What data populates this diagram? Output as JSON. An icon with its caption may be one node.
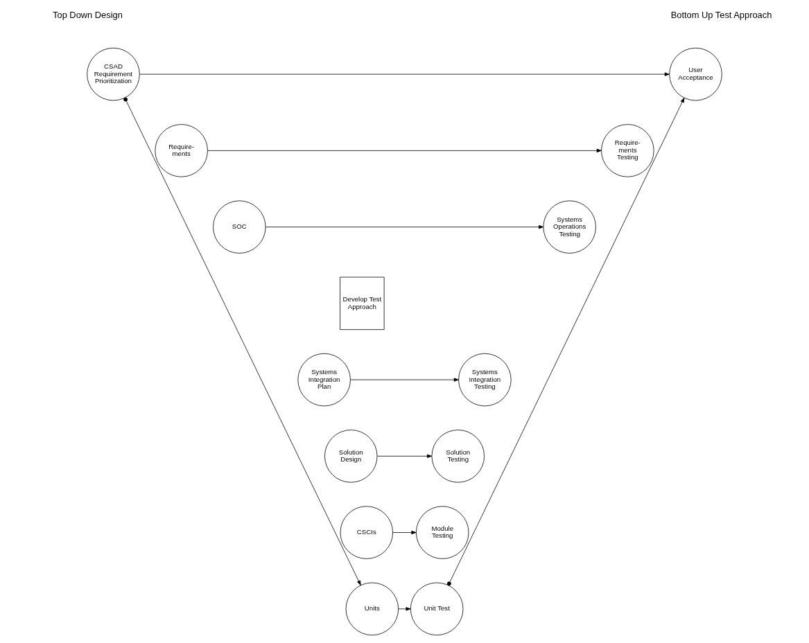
{
  "diagram": {
    "nodes": [
      {
        "text": [
          "CSAD Requirement Prioritization"
        ]
      },
      {
        "text": [
          "Require- ments"
        ]
      },
      {
        "text": [
          "SOC"
        ]
      },
      {
        "text": [
          "Systems Integration Plan"
        ]
      },
      {
        "text": [
          "Solution Design"
        ]
      },
      {
        "text": [
          "CSCIs"
        ]
      },
      {
        "text": [
          "Units"
        ]
      },
      {
        "text": [
          "Develop Test Approach"
        ]
      },
      {
        "text": [
          "User Acceptance"
        ]
      },
      {
        "text": [
          "Require- ments Testing"
        ]
      },
      {
        "text": [
          "Systems Operations Testing"
        ]
      },
      {
        "text": [
          "Systems Integration Testing"
        ]
      },
      {
        "text": [
          "Solution Testing"
        ]
      },
      {
        "text": [
          "Module Testing"
        ]
      },
      {
        "text": [
          "Unit Test"
        ]
      }
    ],
    "edges": [
      {
        "from": 0,
        "to": 8,
        "arrow": "to"
      },
      {
        "from": 1,
        "to": 9,
        "arrow": "to"
      },
      {
        "from": 2,
        "to": 10,
        "arrow": "to"
      },
      {
        "from": 3,
        "to": 11,
        "arrow": "to"
      },
      {
        "from": 4,
        "to": 12,
        "arrow": "to"
      },
      {
        "from": 5,
        "to": 13,
        "arrow": "to"
      },
      {
        "from": 6,
        "to": 14,
        "arrow": "to"
      },
      {
        "from": 0,
        "to": 6,
        "arrow": "to"
      },
      {
        "from": 14,
        "to": 8,
        "arrow": "to"
      }
    ],
    "labels": [
      "Top Down Design",
      "Bottom Up Test Approach"
    ]
  }
}
